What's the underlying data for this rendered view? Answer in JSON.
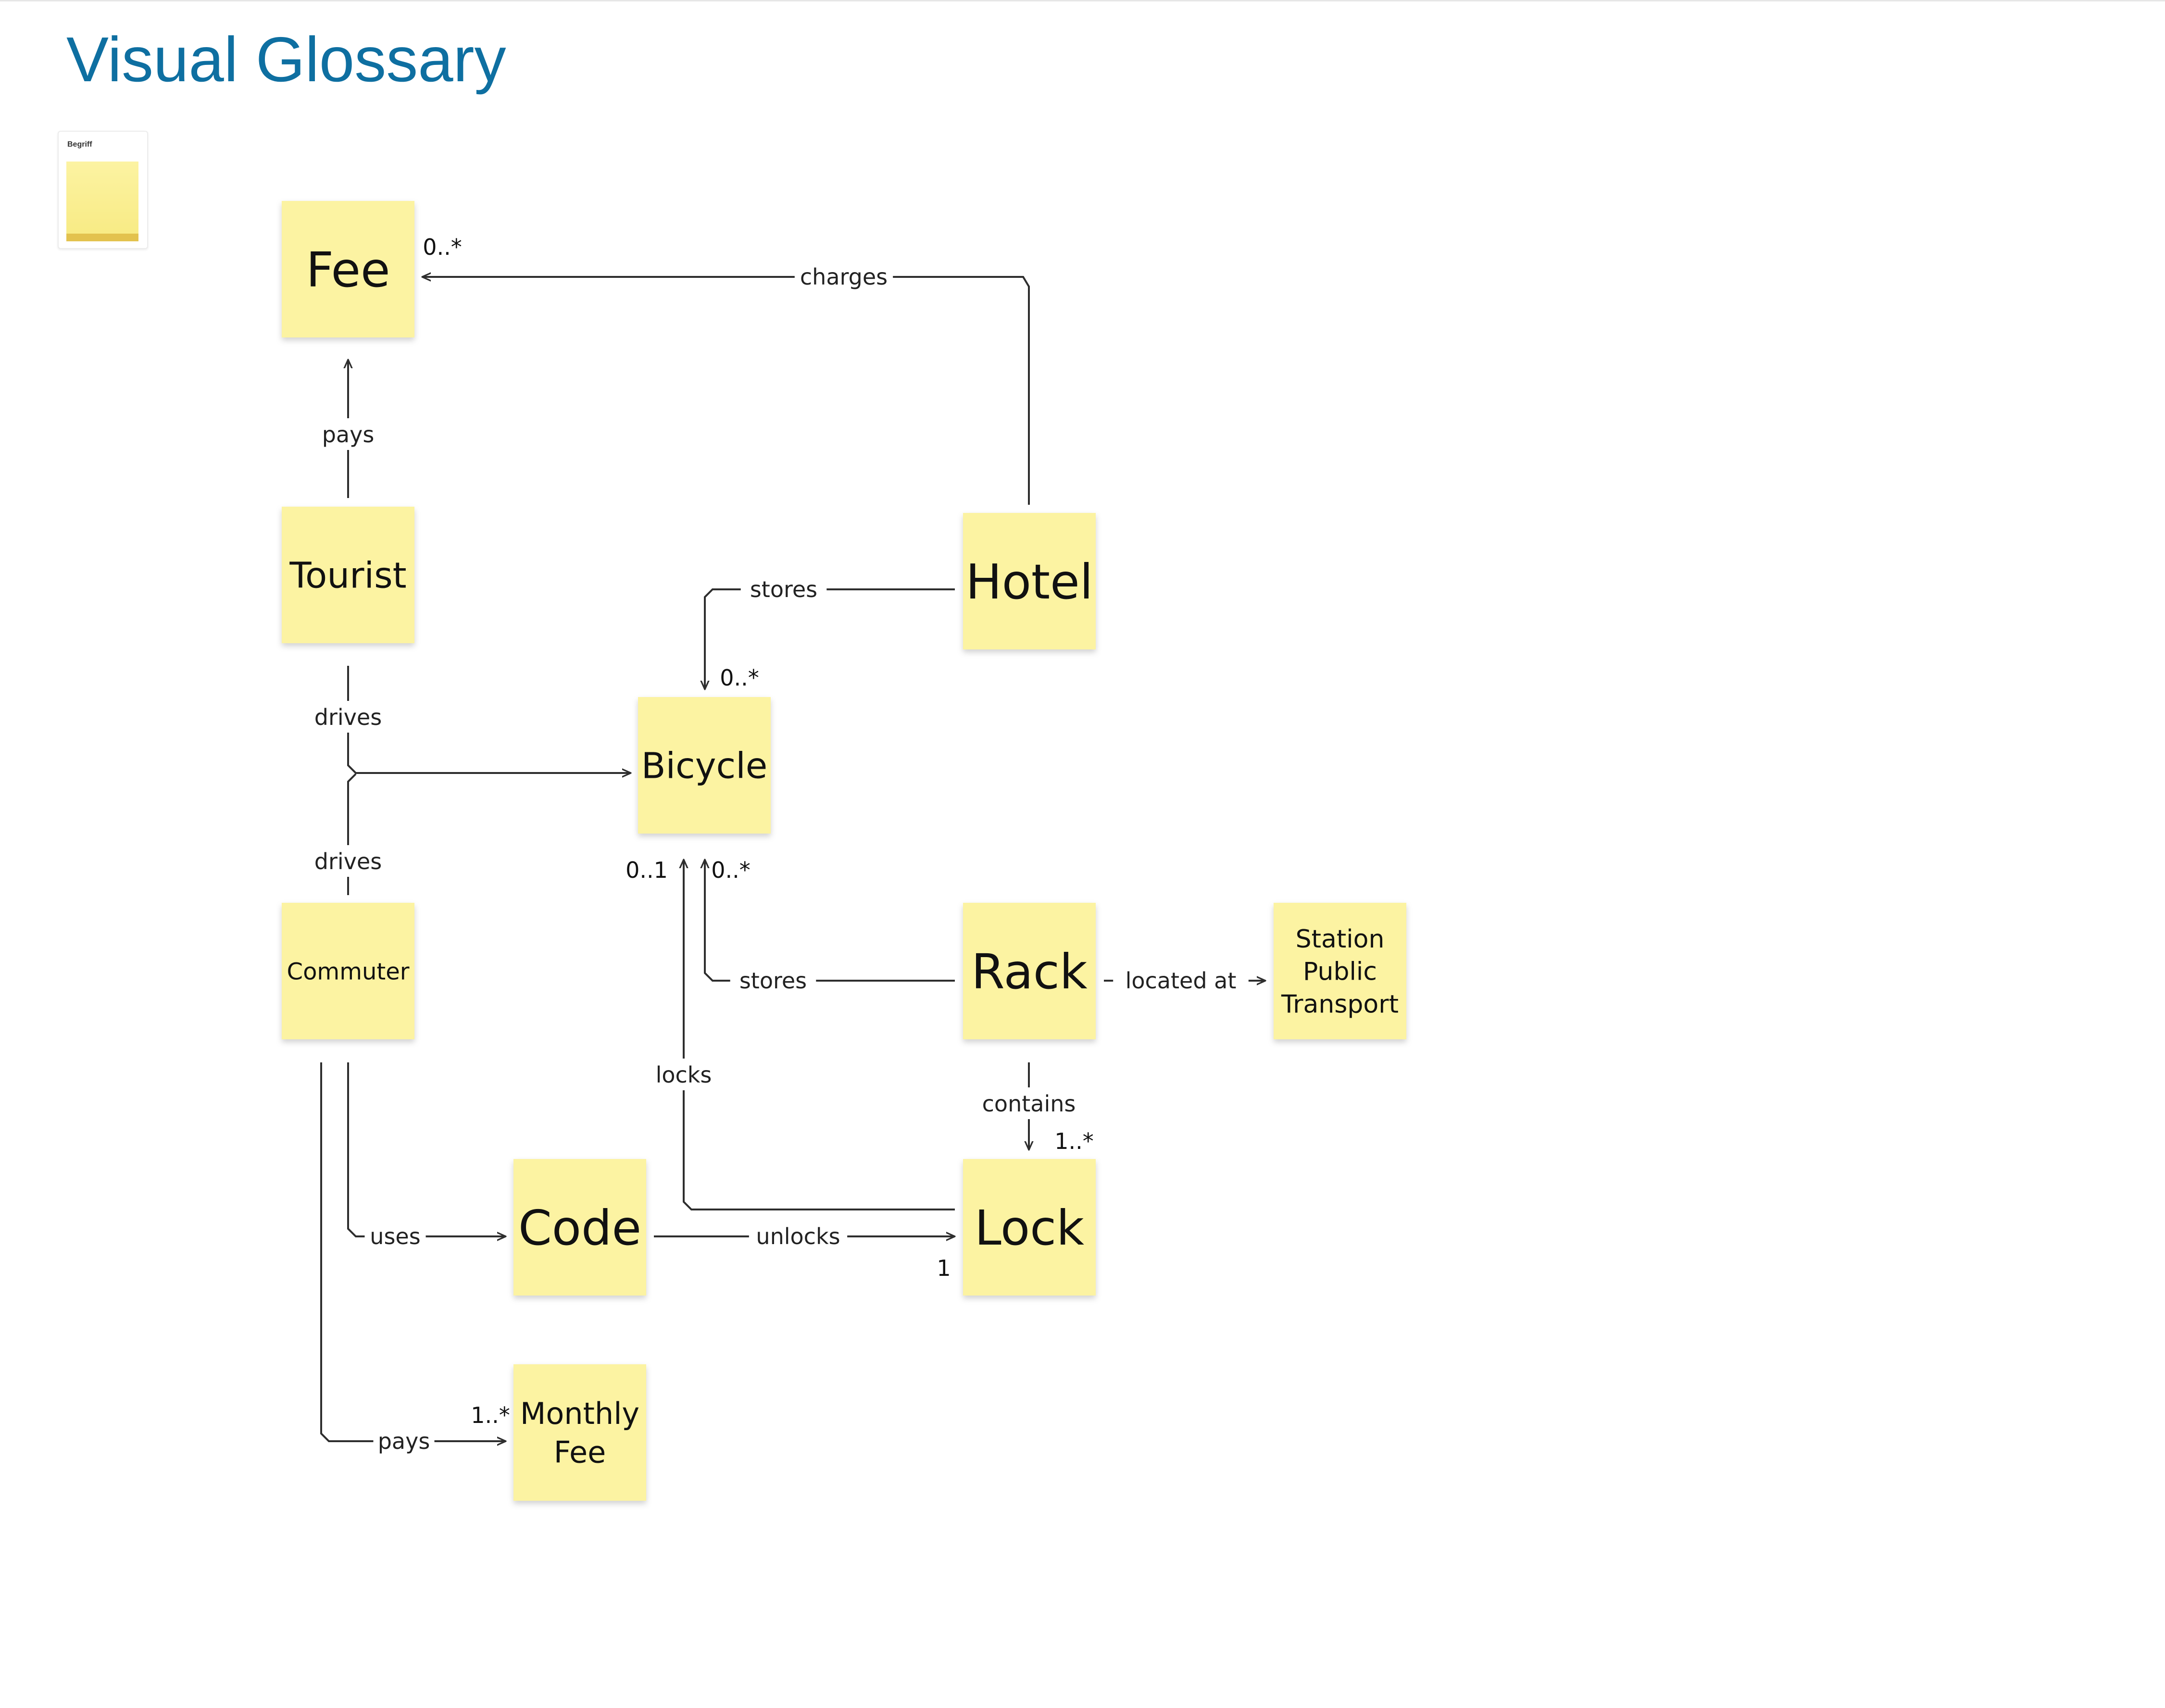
{
  "title": "Visual Glossary",
  "colors": {
    "title": "#0e6fa1",
    "sticky_note": "#fcf3a2",
    "sticky_note_dark": "#f8eb85",
    "line": "#2e2e2e",
    "legend_edge": "#e3c24e"
  },
  "legend": {
    "label": "Begriff"
  },
  "nodes": [
    {
      "id": "fee",
      "label": "Fee"
    },
    {
      "id": "tourist",
      "label": "Tourist"
    },
    {
      "id": "hotel",
      "label": "Hotel"
    },
    {
      "id": "bicycle",
      "label": "Bicycle"
    },
    {
      "id": "commuter",
      "label": "Commuter"
    },
    {
      "id": "rack",
      "label": "Rack"
    },
    {
      "id": "station",
      "label": "Station Public Transport"
    },
    {
      "id": "code",
      "label": "Code"
    },
    {
      "id": "lock",
      "label": "Lock"
    },
    {
      "id": "monthly_fee",
      "label": "Monthly Fee"
    }
  ],
  "edges": [
    {
      "from": "hotel",
      "to": "fee",
      "label": "charges",
      "target_multiplicity": "0..*"
    },
    {
      "from": "tourist",
      "to": "fee",
      "label": "pays"
    },
    {
      "from": "hotel",
      "to": "bicycle",
      "label": "stores",
      "target_multiplicity": "0..*"
    },
    {
      "from": "tourist",
      "to": "bicycle",
      "label": "drives"
    },
    {
      "from": "commuter",
      "to": "bicycle",
      "label": "drives"
    },
    {
      "from": "rack",
      "to": "bicycle",
      "label": "stores",
      "target_multiplicity": "0..*"
    },
    {
      "from": "lock",
      "to": "bicycle",
      "label": "locks",
      "target_multiplicity": "0..1"
    },
    {
      "from": "rack",
      "to": "station",
      "label": "located at"
    },
    {
      "from": "rack",
      "to": "lock",
      "label": "contains",
      "target_multiplicity": "1..*"
    },
    {
      "from": "commuter",
      "to": "code",
      "label": "uses"
    },
    {
      "from": "code",
      "to": "lock",
      "label": "unlocks",
      "target_multiplicity": "1"
    },
    {
      "from": "commuter",
      "to": "monthly_fee",
      "label": "pays",
      "target_multiplicity": "1..*"
    }
  ]
}
